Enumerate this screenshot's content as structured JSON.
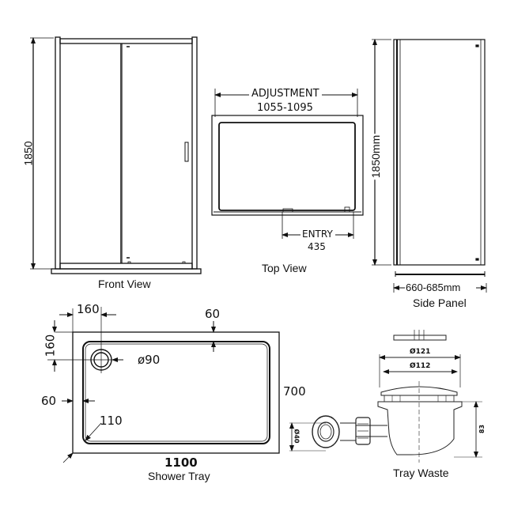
{
  "front_view": {
    "caption": "Front View",
    "height_dim": "1850"
  },
  "top_view": {
    "caption": "Top View",
    "adjustment_label": "ADJUSTMENT",
    "adjustment_value": "1055-1095",
    "entry_label": "ENTRY",
    "entry_value": "435"
  },
  "side_panel": {
    "caption": "Side Panel",
    "height_dim": "1850mm",
    "width_dim": "660-685mm"
  },
  "shower_tray": {
    "caption": "Shower Tray",
    "length": "1100",
    "width": "700",
    "waste_offset_x": "160",
    "waste_offset_y": "160",
    "waste_diameter": "ø90",
    "rim_top": "60",
    "rim_side": "60",
    "corner_radius": "110"
  },
  "tray_waste": {
    "caption": "Tray Waste",
    "outer_diameter": "Ø121",
    "inner_diameter": "Ø112",
    "outlet_diameter": "Ø40",
    "height": "83"
  },
  "colors": {
    "line": "#111111",
    "background": "#ffffff"
  }
}
